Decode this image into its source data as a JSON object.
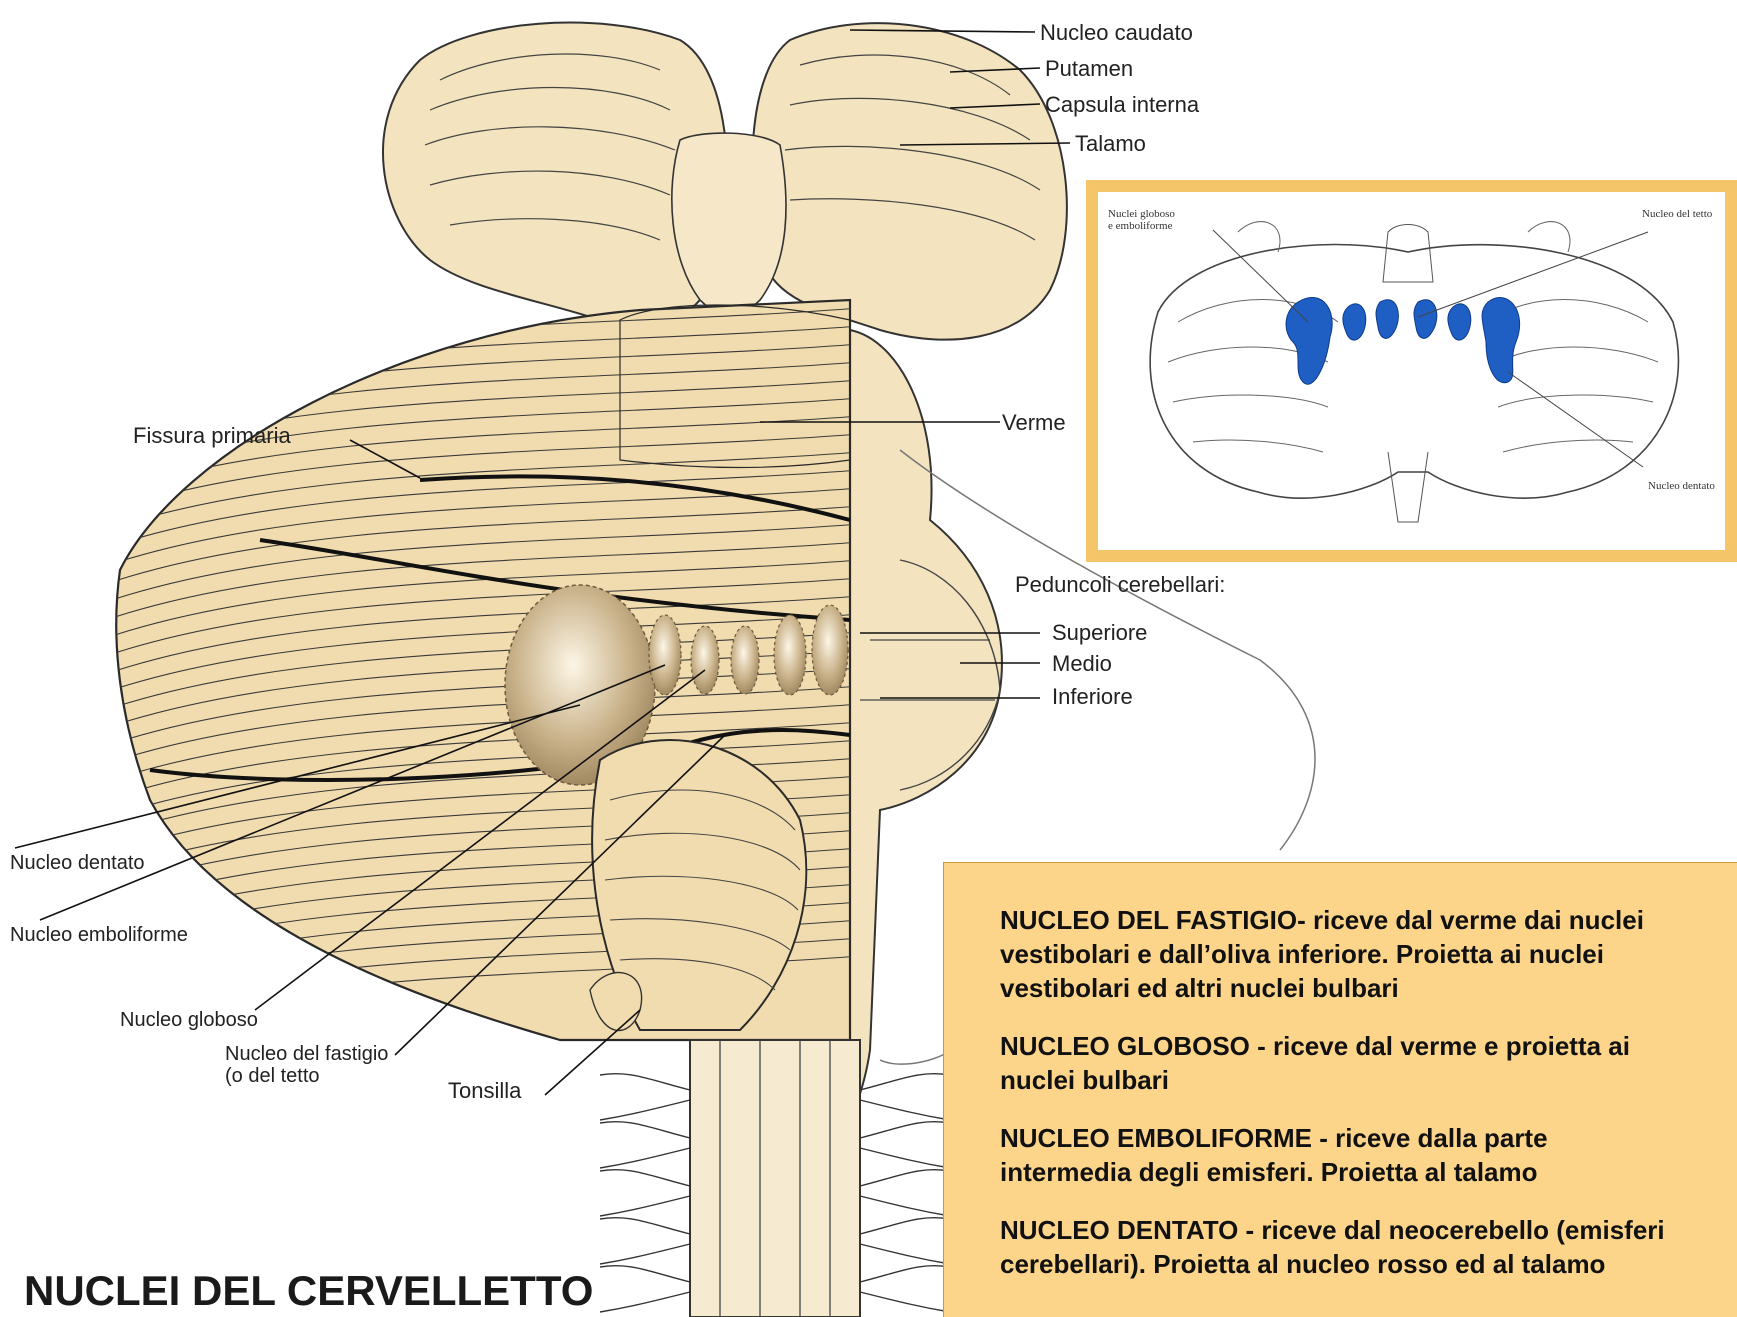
{
  "title": "NUCLEI DEL CERVELLETTO",
  "labels": {
    "nucleo_caudato": "Nucleo caudato",
    "putamen": "Putamen",
    "capsula_interna": "Capsula interna",
    "talamo": "Talamo",
    "fissura_primaria": "Fissura primaria",
    "verme": "Verme",
    "peduncoli_title": "Peduncoli cerebellari:",
    "superiore": "Superiore",
    "medio": "Medio",
    "inferiore": "Inferiore",
    "nucleo_dentato": "Nucleo dentato",
    "nucleo_emboliforme": "Nucleo emboliforme",
    "nucleo_globoso": "Nucleo globoso",
    "nucleo_fastigio": "Nucleo del fastigio\n(o del tetto",
    "tonsilla": "Tonsilla"
  },
  "inset": {
    "label_globoso": "Nuclei globoso\ne emboliforme",
    "label_tetto": "Nucleo del tetto",
    "label_dentato": "Nucleo dentato"
  },
  "description": [
    "NUCLEO DEL FASTIGIO- riceve dal verme dai nuclei\nvestibolari e dall’oliva inferiore. Proietta ai nuclei\nvestibolari ed altri nuclei bulbari",
    "NUCLEO GLOBOSO - riceve dal verme e proietta ai\nnuclei bulbari",
    "NUCLEO EMBOLIFORME - riceve dalla parte\nintermedia degli emisferi. Proietta al talamo",
    "NUCLEO DENTATO - riceve dal neocerebello (emisferi\ncerebellari). Proietta al nucleo rosso ed al talamo"
  ],
  "colors": {
    "tissue": "#f3e3bf",
    "tissue_dark": "#e9d3a3",
    "nucleus_highlight": "#b9a27a",
    "inset_border": "#f5c56a",
    "inset_nuclei": "#1f5fc4",
    "textbox": "#fcd58a"
  }
}
